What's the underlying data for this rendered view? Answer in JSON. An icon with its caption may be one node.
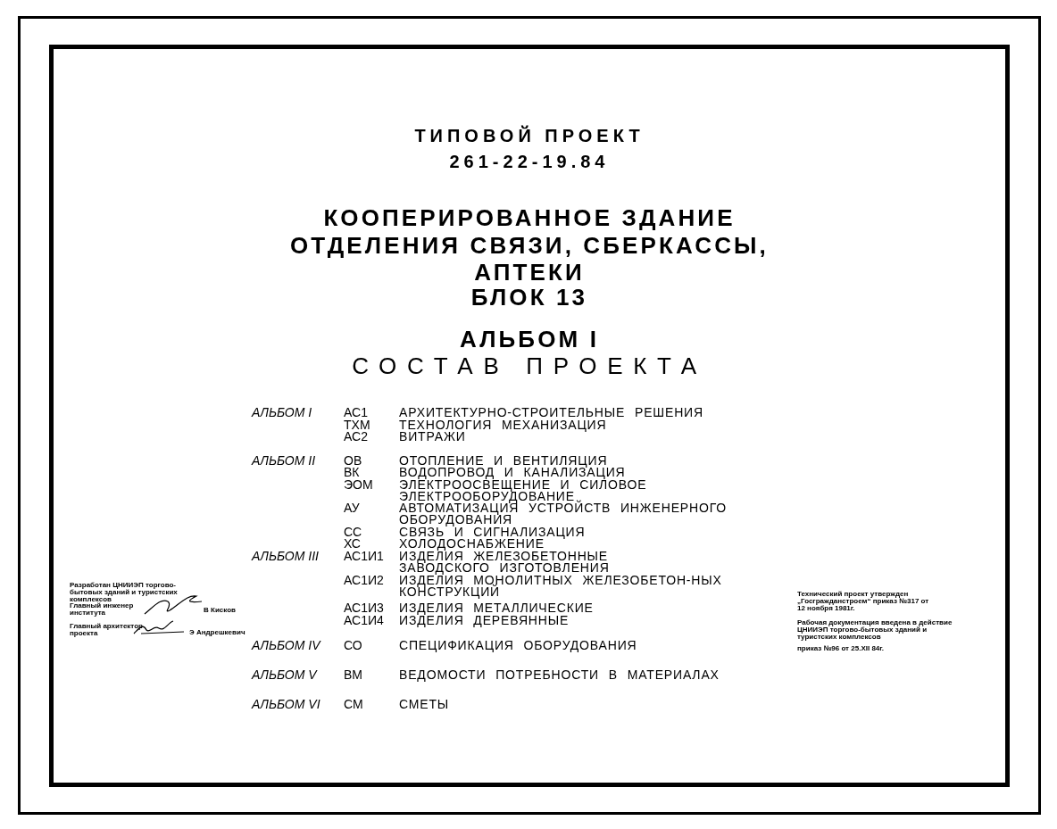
{
  "diagram": {
    "labels": [
      "ТИПОВОЙ ПРОЕКТ",
      "261-22-19.84",
      "КООПЕРИРОВАННОЕ ЗДАНИЕ",
      "ОТДЕЛЕНИЯ СВЯЗИ, СБЕРКАССЫ,",
      "АПТЕКИ",
      "БЛОК 13",
      "АЛЬБОМ I",
      "СОСТАВ ПРОЕКТА",
      "АЛЬБОМ I",
      "АС1",
      "АРХИТЕКТУРНО-СТРОИТЕЛЬНЫЕ РЕШЕНИЯ",
      "ТХМ",
      "ТЕХНОЛОГИЯ МЕХАНИЗАЦИЯ",
      "АС2",
      "ВИТРАЖИ",
      "АЛЬБОМ II",
      "ОВ",
      "ОТОПЛЕНИЕ И ВЕНТИЛЯЦИЯ",
      "ВК",
      "ВОДОПРОВОД И КАНАЛИЗАЦИЯ",
      "ЭОМ",
      "ЭЛЕКТРООСВЕЩЕНИЕ И СИЛОВОЕ ЭЛЕКТРООБОРУДОВАНИЕ",
      "АУ",
      "АВТОМАТИЗАЦИЯ УСТРОЙСТВ ИНЖЕНЕРНОГО ОБОРУДОВАНИЯ",
      "СС",
      "СВЯЗЬ И СИГНАЛИЗАЦИЯ",
      "ХС",
      "ХОЛОДОСНАБЖЕНИЕ",
      "АЛЬБОМ III",
      "АС1И1",
      "ИЗДЕЛИЯ ЖЕЛЕЗОБЕТОННЫЕ ЗАВОДСКОГО ИЗГОТОВЛЕНИЯ",
      "АС1И2",
      "ИЗДЕЛИЯ МОНОЛИТНЫХ ЖЕЛЕЗОБЕТОН-НЫХ КОНСТРУКЦИЙ",
      "АС1И3",
      "ИЗДЕЛИЯ МЕТАЛЛИЧЕСКИЕ",
      "АС1И4",
      "ИЗДЕЛИЯ ДЕРЕВЯННЫЕ",
      "АЛЬБОМ IV",
      "СО",
      "СПЕЦИФИКАЦИЯ ОБОРУДОВАНИЯ",
      "АЛЬБОМ V",
      "ВМ",
      "ВЕДОМОСТИ ПОТРЕБНОСТИ В МАТЕРИАЛАХ",
      "АЛЬБОМ VI",
      "СМ",
      "СМЕТЫ",
      "Разработан ЦНИИЭП торгово-бытовых зданий и туристских комплексов",
      "Главный инженер института",
      "В Кисков",
      "Главный архитектор проекта",
      "Э Андрешкевич",
      "Технический проект утвержден „Госгражданстроем“ приказ №317 от 12 ноября 1981г.",
      "Рабочая документация введена в действие ЦНИИЭП торгово-бытовых зданий и туристских комплексов",
      "приказ №96 от 25.XII 84г."
    ]
  }
}
